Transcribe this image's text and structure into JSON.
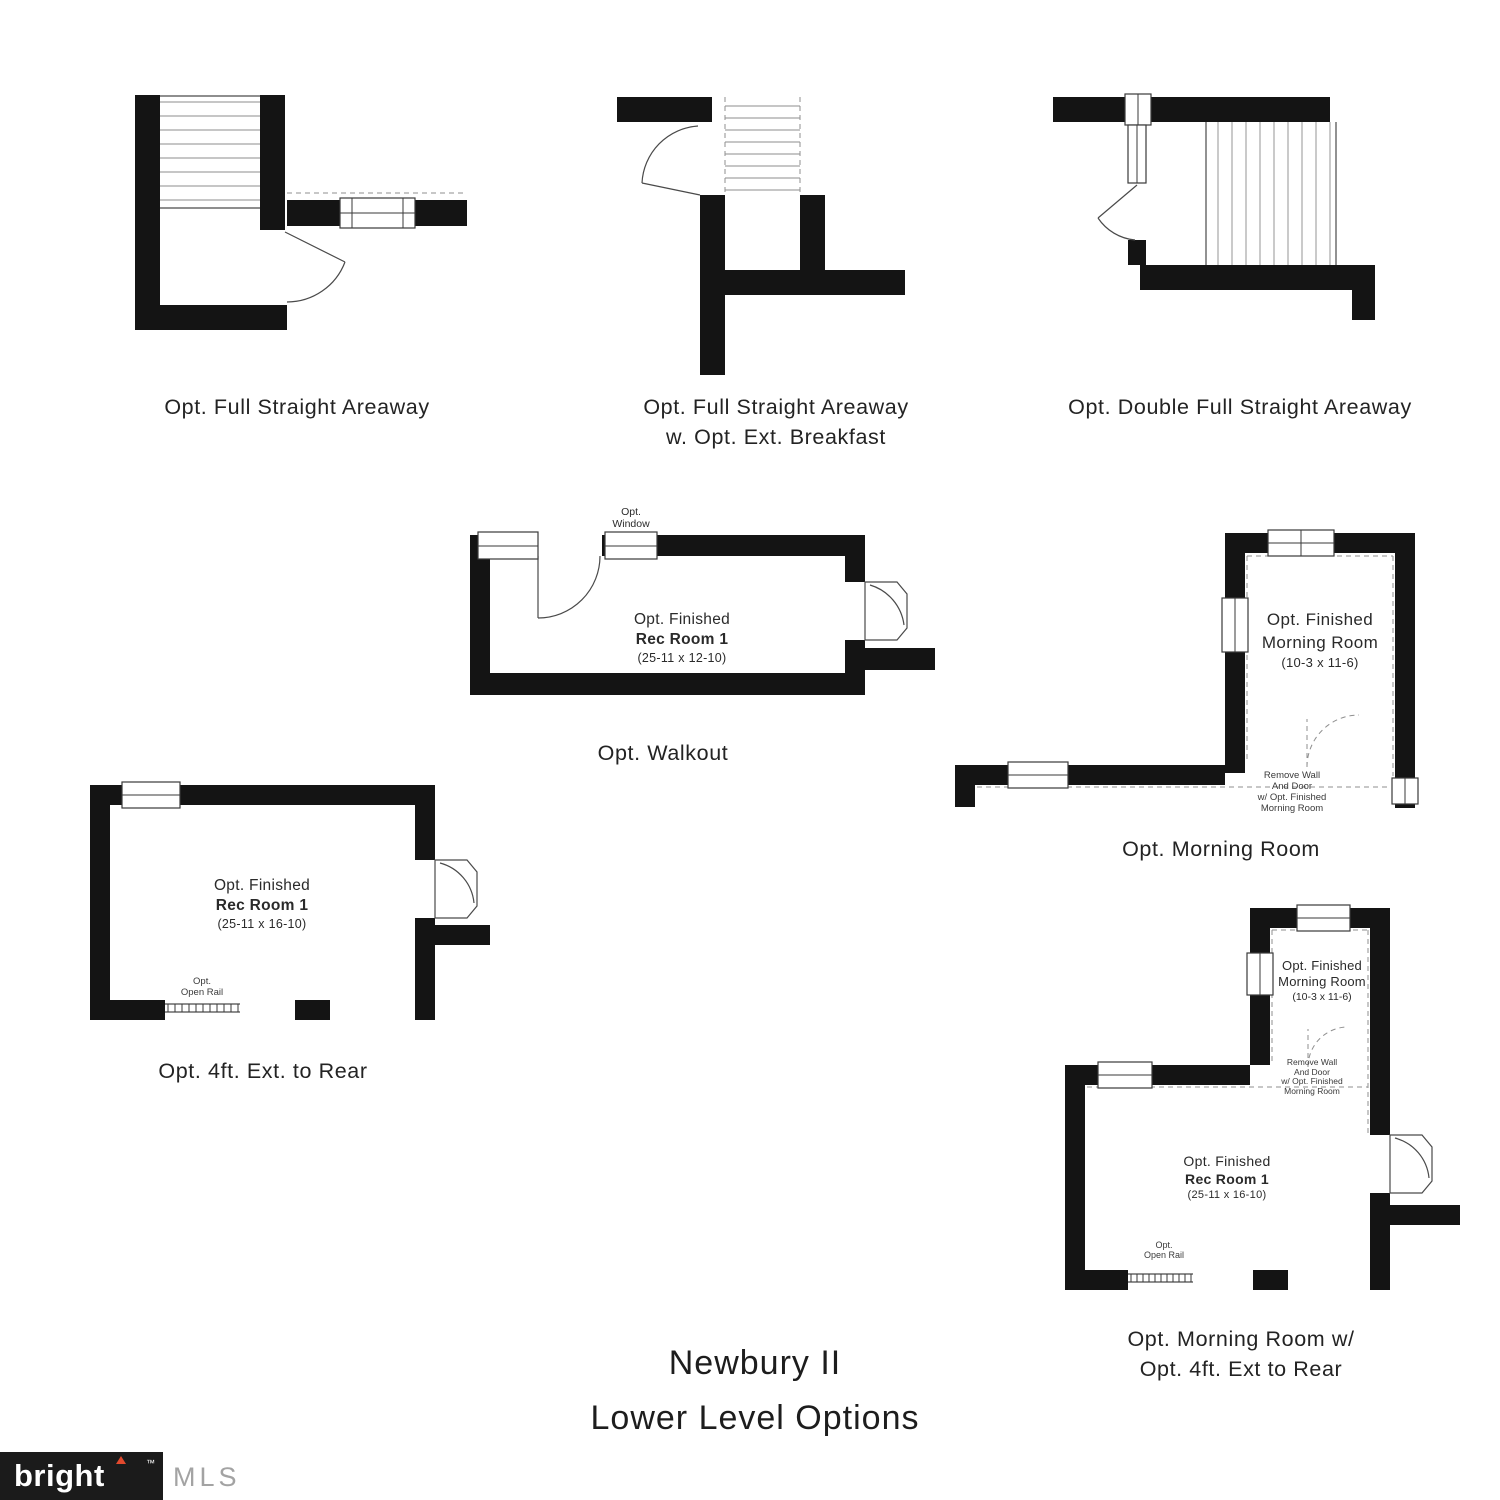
{
  "title": {
    "line1": "Newbury II",
    "line2": "Lower Level Options"
  },
  "diagrams": {
    "areaway1": {
      "caption": "Opt. Full Straight Areaway"
    },
    "areaway2": {
      "caption_line1": "Opt. Full Straight Areaway",
      "caption_line2": "w. Opt. Ext. Breakfast"
    },
    "areaway3": {
      "caption": "Opt. Double Full Straight Areaway"
    },
    "walkout": {
      "caption": "Opt. Walkout",
      "window_label_line1": "Opt.",
      "window_label_line2": "Window",
      "room_line1": "Opt. Finished",
      "room_line2": "Rec Room 1",
      "room_line3": "(25-11 x 12-10)"
    },
    "ext4ft": {
      "caption": "Opt. 4ft. Ext. to Rear",
      "room_line1": "Opt. Finished",
      "room_line2": "Rec Room 1",
      "room_line3": "(25-11 x 16-10)",
      "rail_line1": "Opt.",
      "rail_line2": "Open Rail"
    },
    "morning": {
      "caption": "Opt. Morning Room",
      "room_line1": "Opt. Finished",
      "room_line2": "Morning Room",
      "room_line3": "(10-3 x 11-6)",
      "note_line1": "Remove Wall",
      "note_line2": "And Door",
      "note_line3": "w/ Opt. Finished",
      "note_line4": "Morning Room"
    },
    "morning_ext": {
      "caption_line1": "Opt. Morning Room w/",
      "caption_line2": "Opt. 4ft. Ext to Rear",
      "morning_line1": "Opt. Finished",
      "morning_line2": "Morning Room",
      "morning_line3": "(10-3 x 11-6)",
      "note_line1": "Remove Wall",
      "note_line2": "And Door",
      "note_line3": "w/ Opt. Finished",
      "note_line4": "Morning Room",
      "rec_line1": "Opt. Finished",
      "rec_line2": "Rec Room 1",
      "rec_line3": "(25-11 x 16-10)",
      "rail_line1": "Opt.",
      "rail_line2": "Open Rail"
    }
  },
  "logo": {
    "brand": "bright",
    "tm": "™",
    "suffix": "MLS"
  },
  "colors": {
    "wall": "#141414",
    "background": "#ffffff",
    "logo_bg": "#1b1b1b",
    "logo_accent": "#e2492d",
    "mls_gray": "#a3a3a3"
  }
}
